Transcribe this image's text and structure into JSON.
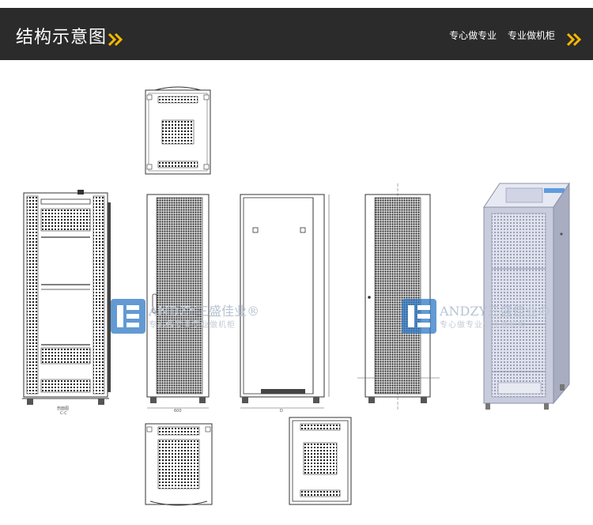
{
  "header": {
    "title": "结构示意图",
    "right_text_1": "专心做专业",
    "right_text_2": "专业做机柜",
    "accent_color": "#f5b800",
    "background_color": "#2b2b2b"
  },
  "watermark": {
    "brand": "ANDZY三盛佳业®",
    "tagline": "专心做专业专业做机柜",
    "logo_color": "#2f78c4"
  },
  "drawing_labels": {
    "section_label": "剖面图",
    "section_sub": "C-C",
    "width_dim": "600",
    "depth_dim": "D"
  }
}
